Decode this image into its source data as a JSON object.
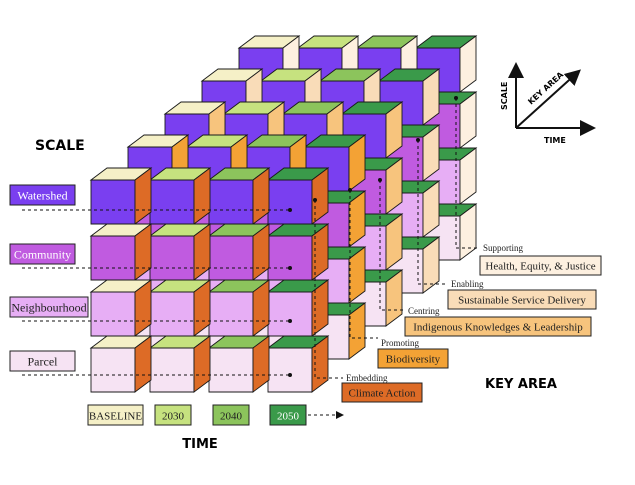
{
  "axes": {
    "scale_title": "SCALE",
    "time_title": "TIME",
    "key_area_title": "KEY AREA",
    "inset": {
      "scale": "SCALE",
      "key_area": "KEY AREA",
      "time": "TIME"
    }
  },
  "scale_levels": [
    {
      "label": "Watershed",
      "color": "#7a3ff0"
    },
    {
      "label": "Community",
      "color": "#c05be0"
    },
    {
      "label": "Neighbourhood",
      "color": "#e7aef5"
    },
    {
      "label": "Parcel",
      "color": "#f6e3f3"
    }
  ],
  "time_steps": [
    {
      "label": "BASELINE",
      "color": "#f5f0c7"
    },
    {
      "label": "2030",
      "color": "#c6e27f"
    },
    {
      "label": "2040",
      "color": "#8cc45c"
    },
    {
      "label": "2050",
      "color": "#3a9a4a"
    }
  ],
  "key_areas": [
    {
      "verb": "Embedding",
      "label": "Climate Action",
      "color": "#dd6b26"
    },
    {
      "verb": "Promoting",
      "label": "Biodiversity",
      "color": "#f3a235"
    },
    {
      "verb": "Centring",
      "label": "Indigenous Knowledges & Leadership",
      "color": "#f7c47d"
    },
    {
      "verb": "Enabling",
      "label": "Sustainable Service Delivery",
      "color": "#f9dcb8"
    },
    {
      "verb": "Supporting",
      "label": "Health, Equity, & Justice",
      "color": "#fdf0e0"
    }
  ]
}
